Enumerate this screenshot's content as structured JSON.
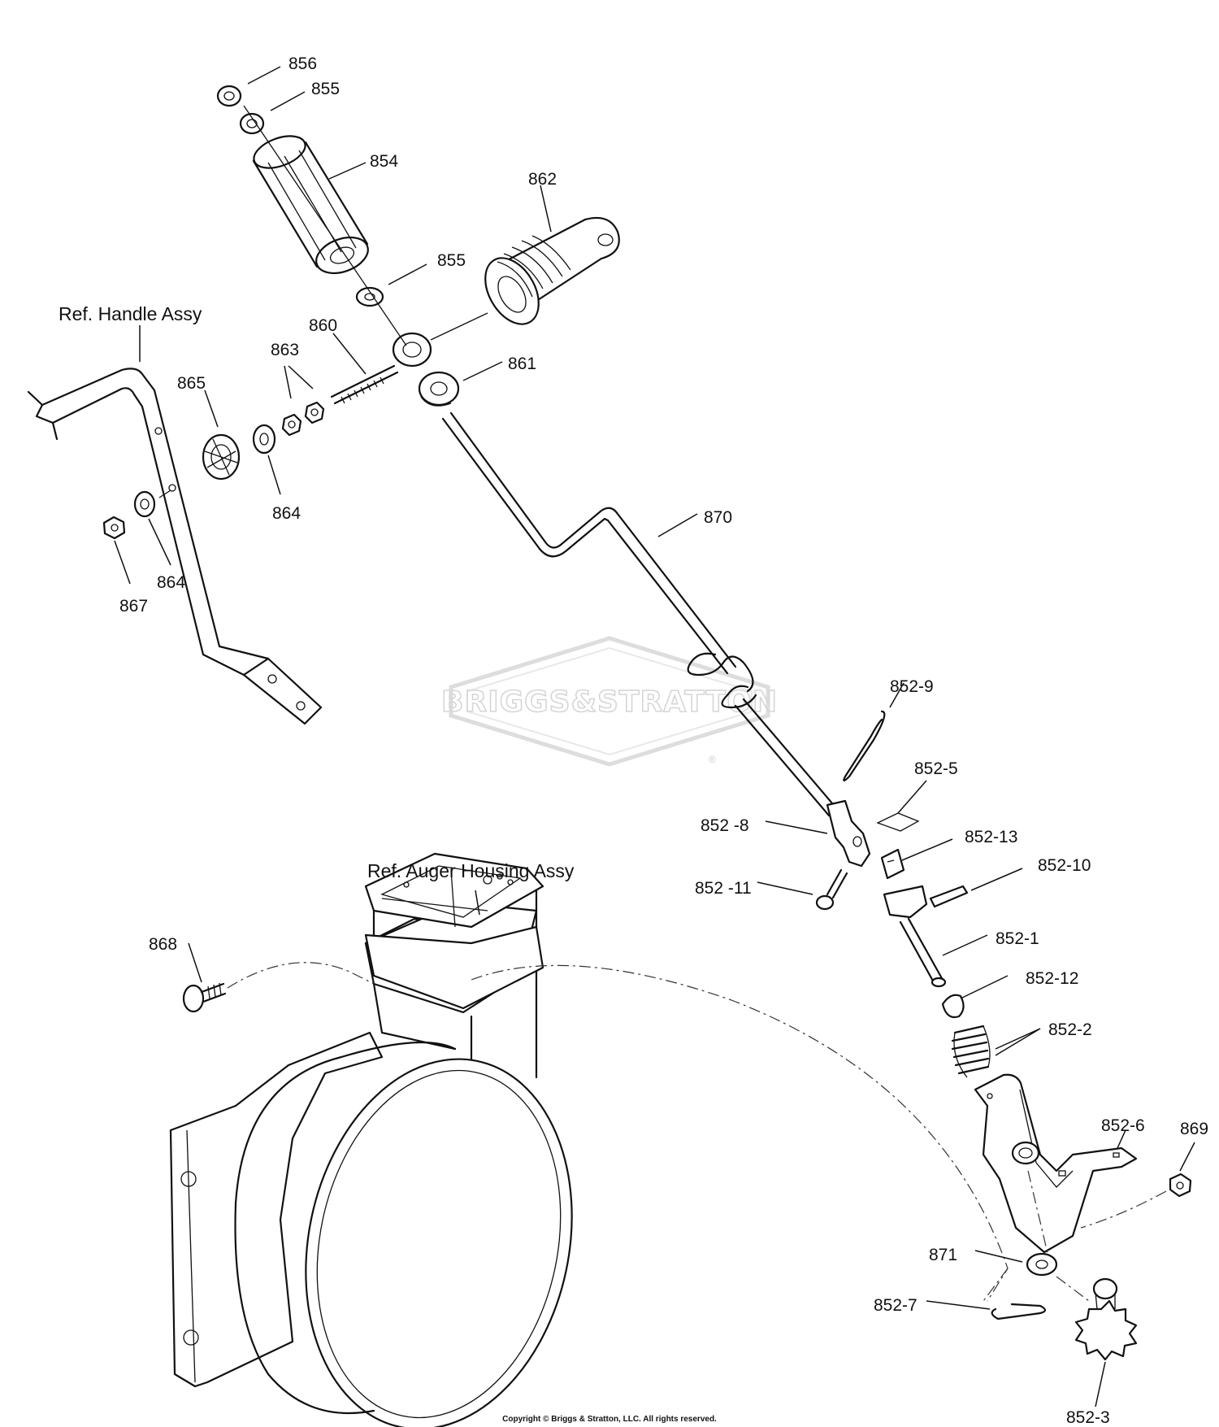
{
  "watermark": {
    "brand": "BRIGGS&STRATTON",
    "registered": "®"
  },
  "references": {
    "handle": "Ref. Handle Assy",
    "auger": "Ref. Auger Housing Assy"
  },
  "labels": {
    "p856": "856",
    "p855a": "855",
    "p854": "854",
    "p862": "862",
    "p855b": "855",
    "p860": "860",
    "p863": "863",
    "p861": "861",
    "p865": "865",
    "p864a": "864",
    "p864b": "864",
    "p867": "867",
    "p870": "870",
    "p852_9": "852-9",
    "p852_5": "852-5",
    "p852_8": "852 -8",
    "p852_13": "852-13",
    "p852_10": "852-10",
    "p852_11": "852 -11",
    "p852_1": "852-1",
    "p852_12": "852-12",
    "p852_2": "852-2",
    "p868": "868",
    "p852_6": "852-6",
    "p869": "869",
    "p871": "871",
    "p852_7": "852-7",
    "p852_3": "852-3"
  },
  "copyright": "Copyright © Briggs & Stratton, LLC. All rights reserved."
}
